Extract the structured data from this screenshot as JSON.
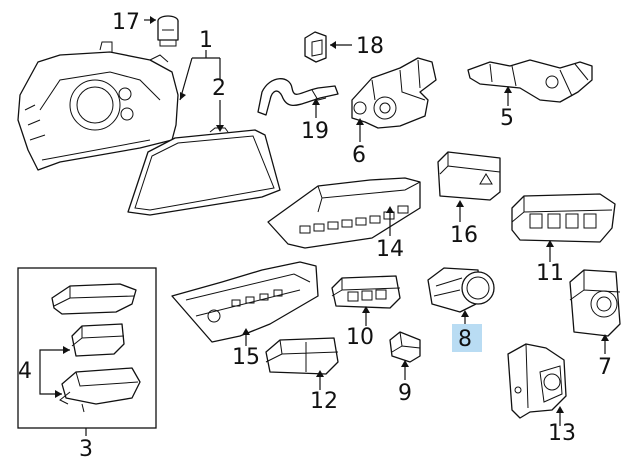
{
  "callouts": {
    "n1": "1",
    "n2": "2",
    "n3": "3",
    "n4": "4",
    "n5": "5",
    "n6": "6",
    "n7": "7",
    "n8": "8",
    "n9": "9",
    "n10": "10",
    "n11": "11",
    "n12": "12",
    "n13": "13",
    "n14": "14",
    "n15": "15",
    "n16": "16",
    "n17": "17",
    "n18": "18",
    "n19": "19"
  },
  "highlighted_callout": "8",
  "colors": {
    "highlight": "#b9dcf3",
    "line": "#111111",
    "background": "#ffffff"
  }
}
